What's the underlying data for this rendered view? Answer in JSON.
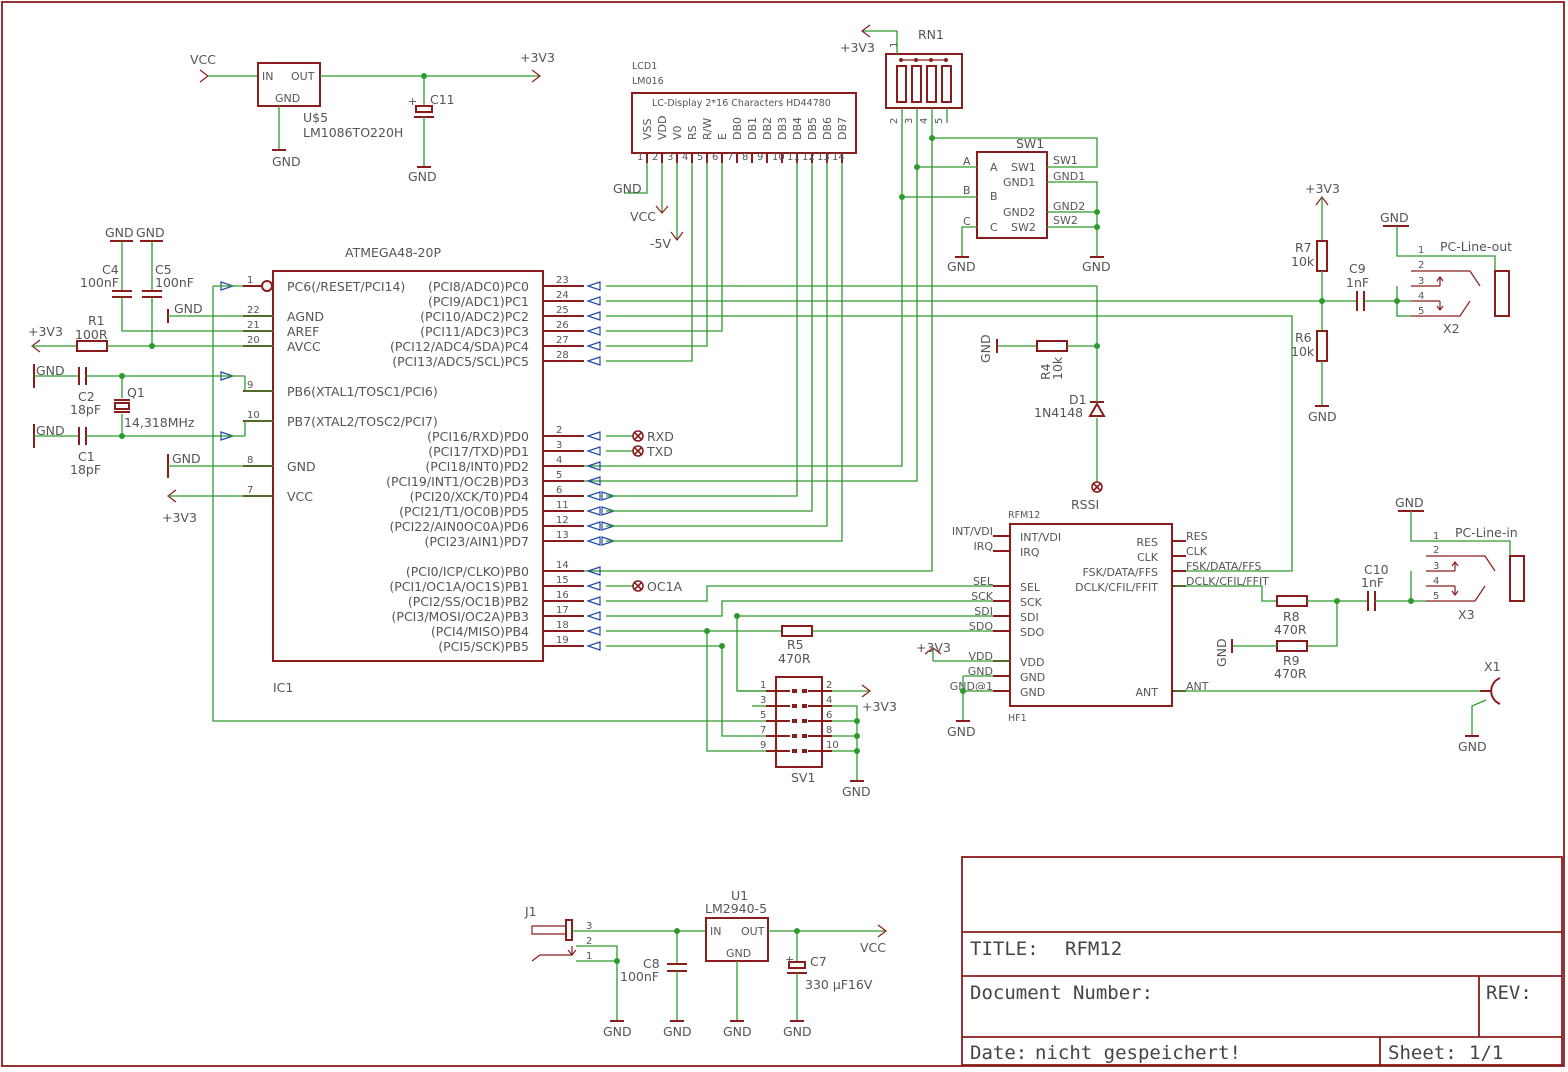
{
  "title_block": {
    "title_label": "TITLE:",
    "title_value": "RFM12",
    "document_number_label": "Document Number:",
    "rev_label": "REV:",
    "date_label": "Date:",
    "date_value": "nicht gespeichert!",
    "sheet_label": "Sheet:",
    "sheet_value": "1/1"
  },
  "nets": {
    "vcc": "VCC",
    "v3v3": "+3V3",
    "gnd": "GND",
    "m5v": "-5V"
  },
  "regulator_us5": {
    "name": "U$5",
    "value": "LM1086TO220H",
    "pin_in": "IN",
    "pin_out": "OUT",
    "pin_gnd": "GND"
  },
  "c11": {
    "name": "C11"
  },
  "lcd": {
    "name": "LCD1",
    "value": "LM016",
    "caption": "LC-Display 2*16 Characters HD44780",
    "pin_names": [
      "VSS",
      "VDD",
      "V0",
      "RS",
      "R/W",
      "E",
      "DB0",
      "DB1",
      "DB2",
      "DB3",
      "DB4",
      "DB5",
      "DB6",
      "DB7"
    ],
    "pin_numbers": [
      "1",
      "2",
      "3",
      "4",
      "5",
      "6",
      "7",
      "8",
      "9",
      "10",
      "11",
      "12",
      "13",
      "14"
    ]
  },
  "rn1": {
    "name": "RN1",
    "pins": [
      "1",
      "2",
      "3",
      "4",
      "5"
    ]
  },
  "sw1": {
    "name": "SW1",
    "left_pins": [
      "A",
      "B",
      "C"
    ],
    "inner_labels": [
      "SW1",
      "GND1",
      "GND2",
      "SW2"
    ],
    "right_pins": [
      "SW1",
      "GND1",
      "GND2",
      "SW2"
    ]
  },
  "mcu": {
    "name": "IC1",
    "value": "ATMEGA48-20P",
    "left_pins": [
      {
        "num": "1",
        "label": "PC6(/RESET/PCI14)"
      },
      {
        "num": "22",
        "label": "AGND"
      },
      {
        "num": "21",
        "label": "AREF"
      },
      {
        "num": "20",
        "label": "AVCC"
      },
      {
        "num": "9",
        "label": "PB6(XTAL1/TOSC1/PCI6)"
      },
      {
        "num": "10",
        "label": "PB7(XTAL2/TOSC2/PCI7)"
      },
      {
        "num": "8",
        "label": "GND"
      },
      {
        "num": "7",
        "label": "VCC"
      }
    ],
    "right_pins": [
      {
        "num": "23",
        "label": "(PCI8/ADC0)PC0"
      },
      {
        "num": "24",
        "label": "(PCI9/ADC1)PC1"
      },
      {
        "num": "25",
        "label": "(PCI10/ADC2)PC2"
      },
      {
        "num": "26",
        "label": "(PCI11/ADC3)PC3"
      },
      {
        "num": "27",
        "label": "(PCI12/ADC4/SDA)PC4"
      },
      {
        "num": "28",
        "label": "(PCI13/ADC5/SCL)PC5"
      },
      {
        "num": "2",
        "label": "(PCI16/RXD)PD0"
      },
      {
        "num": "3",
        "label": "(PCI17/TXD)PD1"
      },
      {
        "num": "4",
        "label": "(PCI18/INT0)PD2"
      },
      {
        "num": "5",
        "label": "(PCI19/INT1/OC2B)PD3"
      },
      {
        "num": "6",
        "label": "(PCI20/XCK/T0)PD4"
      },
      {
        "num": "11",
        "label": "(PCI21/T1/OC0B)PD5"
      },
      {
        "num": "12",
        "label": "(PCI22/AIN0OC0A)PD6"
      },
      {
        "num": "13",
        "label": "(PCI23/AIN1)PD7"
      },
      {
        "num": "14",
        "label": "(PCI0/ICP/CLKO)PB0"
      },
      {
        "num": "15",
        "label": "(PCI1/OC1A/OC1S)PB1"
      },
      {
        "num": "16",
        "label": "(PCI2/SS/OC1B)PB2"
      },
      {
        "num": "17",
        "label": "(PCI3/MOSI/OC2A)PB3"
      },
      {
        "num": "18",
        "label": "(PCI4/MISO)PB4"
      },
      {
        "num": "19",
        "label": "(PCI5/SCK)PB5"
      }
    ]
  },
  "testpoints": [
    "RXD",
    "TXD",
    "OC1A",
    "RSSI"
  ],
  "passives": {
    "c4": {
      "name": "C4",
      "value": "100nF"
    },
    "c5": {
      "name": "C5",
      "value": "100nF"
    },
    "r1": {
      "name": "R1",
      "value": "100R"
    },
    "c2": {
      "name": "C2",
      "value": "18pF"
    },
    "c1": {
      "name": "C1",
      "value": "18pF"
    },
    "q1": {
      "name": "Q1",
      "value": "14,318MHz"
    },
    "r4": {
      "name": "R4",
      "value": "10k"
    },
    "d1": {
      "name": "D1",
      "value": "1N4148"
    },
    "r7": {
      "name": "R7",
      "value": "10k"
    },
    "r6": {
      "name": "R6",
      "value": "10k"
    },
    "c9": {
      "name": "C9",
      "value": "1nF"
    },
    "c10": {
      "name": "C10",
      "value": "1nF"
    },
    "r8": {
      "name": "R8",
      "value": "470R"
    },
    "r9": {
      "name": "R9",
      "value": "470R"
    },
    "r5": {
      "name": "R5",
      "value": "470R"
    },
    "c8": {
      "name": "C8",
      "value": "100nF"
    },
    "c7": {
      "name": "C7",
      "value": "330 µF16V"
    }
  },
  "x2": {
    "name": "X2",
    "title": "PC-Line-out",
    "pins": [
      "1",
      "2",
      "3",
      "4",
      "5"
    ]
  },
  "x3": {
    "name": "X3",
    "title": "PC-Line-in",
    "pins": [
      "1",
      "2",
      "3",
      "4",
      "5"
    ]
  },
  "x1": {
    "name": "X1"
  },
  "rfm12": {
    "name": "HF1",
    "value": "RFM12",
    "left_pins": [
      "INT/VDI",
      "IRQ",
      "SEL",
      "SCK",
      "SDI",
      "SDO",
      "VDD",
      "GND",
      "GND"
    ],
    "right_pins": [
      "RES",
      "CLK",
      "FSK/DATA/FFS",
      "DCLK/CFIL/FFIT",
      "ANT"
    ],
    "ext_left": [
      "INT/VDI",
      "IRQ",
      "SEL",
      "SCK",
      "SDI",
      "SDO",
      "VDD",
      "GND",
      "GND@1"
    ],
    "ext_right": [
      "RES",
      "CLK",
      "FSK/DATA/FFS",
      "DCLK/CFIL/FFIT",
      "ANT"
    ]
  },
  "sv1": {
    "name": "SV1",
    "pins": [
      "1",
      "2",
      "3",
      "4",
      "5",
      "6",
      "7",
      "8",
      "9",
      "10"
    ]
  },
  "j1": {
    "name": "J1",
    "pins": [
      "3",
      "2",
      "1"
    ]
  },
  "u1": {
    "name": "U1",
    "value": "LM2940-5",
    "pin_in": "IN",
    "pin_out": "OUT",
    "pin_gnd": "GND"
  }
}
